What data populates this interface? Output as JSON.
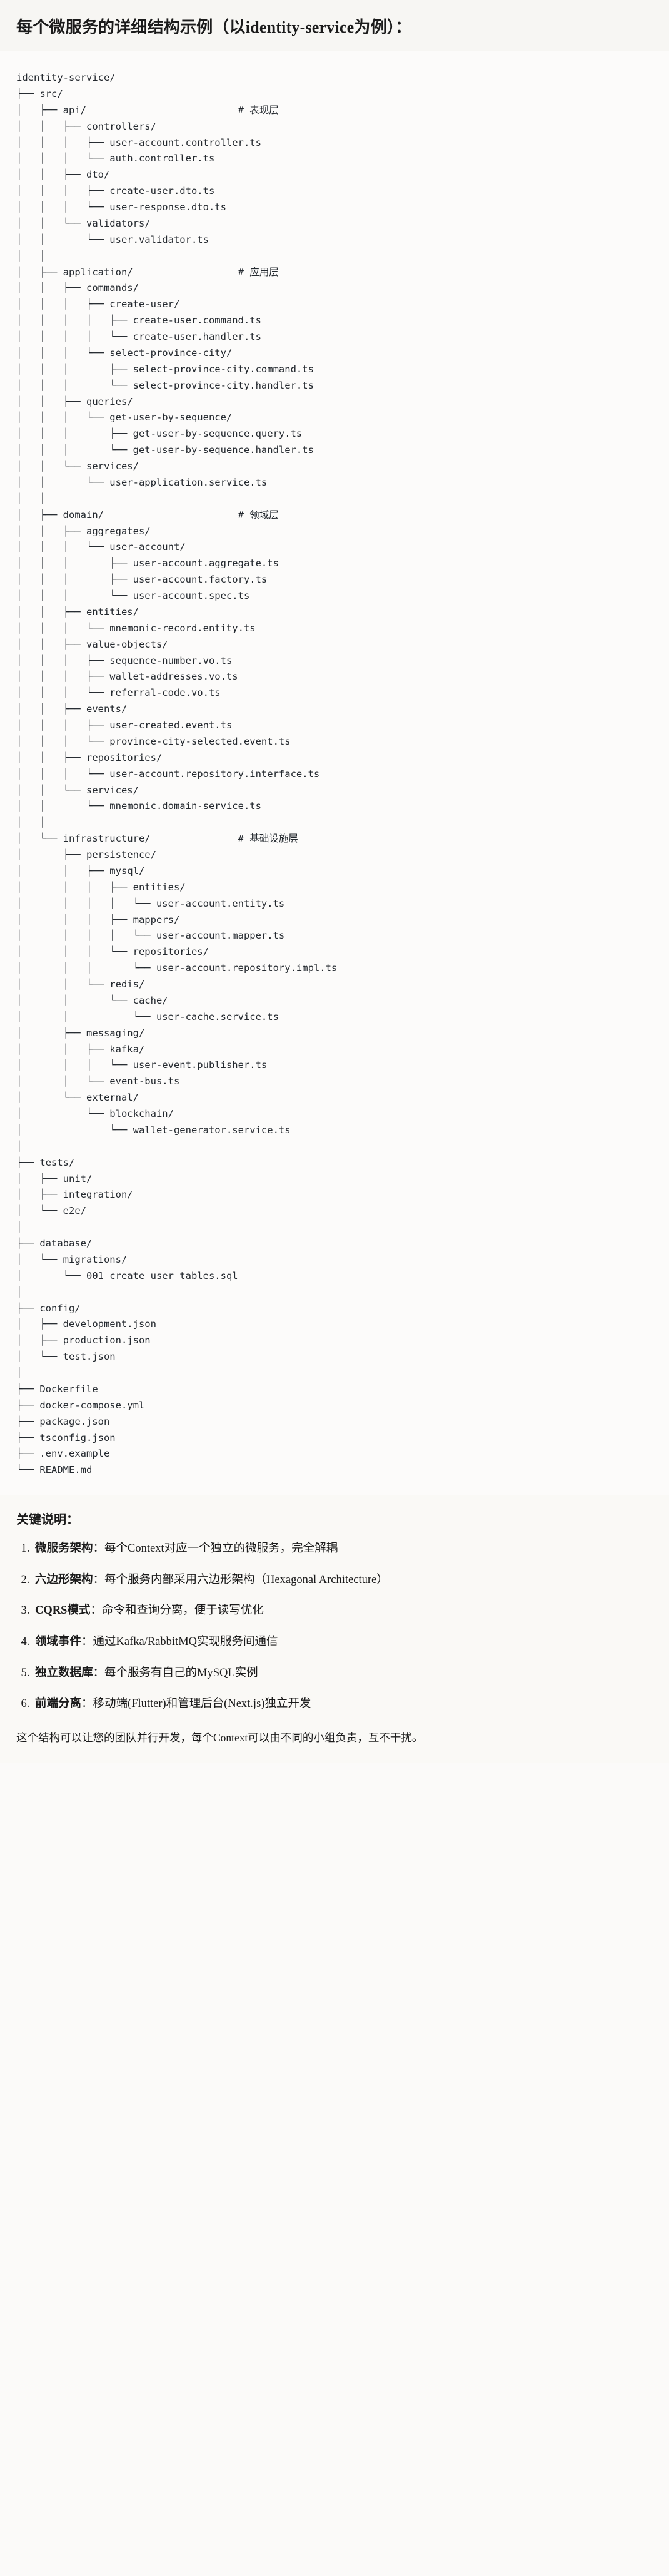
{
  "header": {
    "title": "每个微服务的详细结构示例（以identity-service为例）："
  },
  "tree": {
    "root": "identity-service/",
    "text": "identity-service/\n├── src/\n│   ├── api/                          # 表现层\n│   │   ├── controllers/\n│   │   │   ├── user-account.controller.ts\n│   │   │   └── auth.controller.ts\n│   │   ├── dto/\n│   │   │   ├── create-user.dto.ts\n│   │   │   └── user-response.dto.ts\n│   │   └── validators/\n│   │       └── user.validator.ts\n│   │\n│   ├── application/                  # 应用层\n│   │   ├── commands/\n│   │   │   ├── create-user/\n│   │   │   │   ├── create-user.command.ts\n│   │   │   │   └── create-user.handler.ts\n│   │   │   └── select-province-city/\n│   │   │       ├── select-province-city.command.ts\n│   │   │       └── select-province-city.handler.ts\n│   │   ├── queries/\n│   │   │   └── get-user-by-sequence/\n│   │   │       ├── get-user-by-sequence.query.ts\n│   │   │       └── get-user-by-sequence.handler.ts\n│   │   └── services/\n│   │       └── user-application.service.ts\n│   │\n│   ├── domain/                       # 领域层\n│   │   ├── aggregates/\n│   │   │   └── user-account/\n│   │   │       ├── user-account.aggregate.ts\n│   │   │       ├── user-account.factory.ts\n│   │   │       └── user-account.spec.ts\n│   │   ├── entities/\n│   │   │   └── mnemonic-record.entity.ts\n│   │   ├── value-objects/\n│   │   │   ├── sequence-number.vo.ts\n│   │   │   ├── wallet-addresses.vo.ts\n│   │   │   └── referral-code.vo.ts\n│   │   ├── events/\n│   │   │   ├── user-created.event.ts\n│   │   │   └── province-city-selected.event.ts\n│   │   ├── repositories/\n│   │   │   └── user-account.repository.interface.ts\n│   │   └── services/\n│   │       └── mnemonic.domain-service.ts\n│   │\n│   └── infrastructure/               # 基础设施层\n│       ├── persistence/\n│       │   ├── mysql/\n│       │   │   ├── entities/\n│       │   │   │   └── user-account.entity.ts\n│       │   │   ├── mappers/\n│       │   │   │   └── user-account.mapper.ts\n│       │   │   └── repositories/\n│       │   │       └── user-account.repository.impl.ts\n│       │   └── redis/\n│       │       └── cache/\n│       │           └── user-cache.service.ts\n│       ├── messaging/\n│       │   ├── kafka/\n│       │   │   └── user-event.publisher.ts\n│       │   └── event-bus.ts\n│       └── external/\n│           └── blockchain/\n│               └── wallet-generator.service.ts\n│\n├── tests/\n│   ├── unit/\n│   ├── integration/\n│   └── e2e/\n│\n├── database/\n│   └── migrations/\n│       └── 001_create_user_tables.sql\n│\n├── config/\n│   ├── development.json\n│   ├── production.json\n│   └── test.json\n│\n├── Dockerfile\n├── docker-compose.yml\n├── package.json\n├── tsconfig.json\n├── .env.example\n└── README.md",
    "layer_comments": [
      {
        "path": "api/",
        "comment": "# 表现层"
      },
      {
        "path": "application/",
        "comment": "# 应用层"
      },
      {
        "path": "domain/",
        "comment": "# 领域层"
      },
      {
        "path": "infrastructure/",
        "comment": "# 基础设施层"
      }
    ]
  },
  "notes": {
    "heading": "关键说明：",
    "items": [
      {
        "term": "微服务架构",
        "sep": "：",
        "desc": "每个Context对应一个独立的微服务，完全解耦"
      },
      {
        "term": "六边形架构",
        "sep": "：",
        "desc": "每个服务内部采用六边形架构（Hexagonal Architecture）"
      },
      {
        "term": "CQRS模式",
        "sep": "：",
        "desc": "命令和查询分离，便于读写优化"
      },
      {
        "term": "领域事件",
        "sep": "：",
        "desc": "通过Kafka/RabbitMQ实现服务间通信"
      },
      {
        "term": "独立数据库",
        "sep": "：",
        "desc": "每个服务有自己的MySQL实例"
      },
      {
        "term": "前端分离",
        "sep": "：",
        "desc": "移动端(Flutter)和管理后台(Next.js)独立开发"
      }
    ],
    "closing": "这个结构可以让您的团队并行开发，每个Context可以由不同的小组负责，互不干扰。"
  }
}
